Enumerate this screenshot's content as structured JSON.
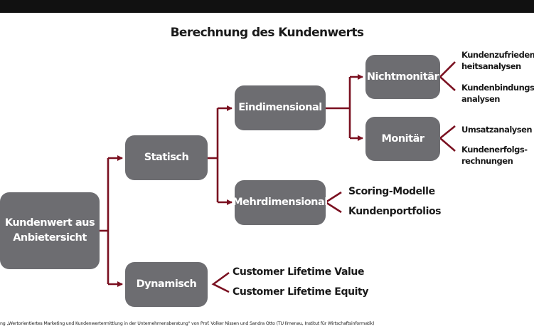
{
  "diagram": {
    "title": "Berechnung des Kundenwerts",
    "colors": {
      "node_fill": "#6d6d71",
      "node_text": "#ffffff",
      "connector": "#7a1020",
      "top_bar": "#111111"
    },
    "nodes": {
      "root": "Kundenwert aus\nAnbietersicht",
      "statisch": "Statisch",
      "dynamisch": "Dynamisch",
      "eindimensional": "Eindimensional",
      "mehrdimensional": "Mehrdimensional",
      "nichtmonitaer": "Nichtmonitär",
      "monitaer": "Monitär"
    },
    "leaves": {
      "kundenzufriedenheit": "Kundenzufrieden-\nheitsanalysen",
      "kundenbindung": "Kundenbindungs-\nanalysen",
      "umsatz": "Umsatzanalysen",
      "kundenerfolg": "Kundenerfolgs-\nrechnungen",
      "scoring": "Scoring-Modelle",
      "portfolios": "Kundenportfolios",
      "clv": "Customer Lifetime Value",
      "cle": "Customer Lifetime Equity"
    },
    "source": "ng „Wertorientiertes Marketing und Kundenwertermittlung in der Unternehmensberatung\" von Prof. Volker Nissen und Sandra Otto (TU Ilmenau, Institut für Wirtschaftsinformatik)"
  }
}
